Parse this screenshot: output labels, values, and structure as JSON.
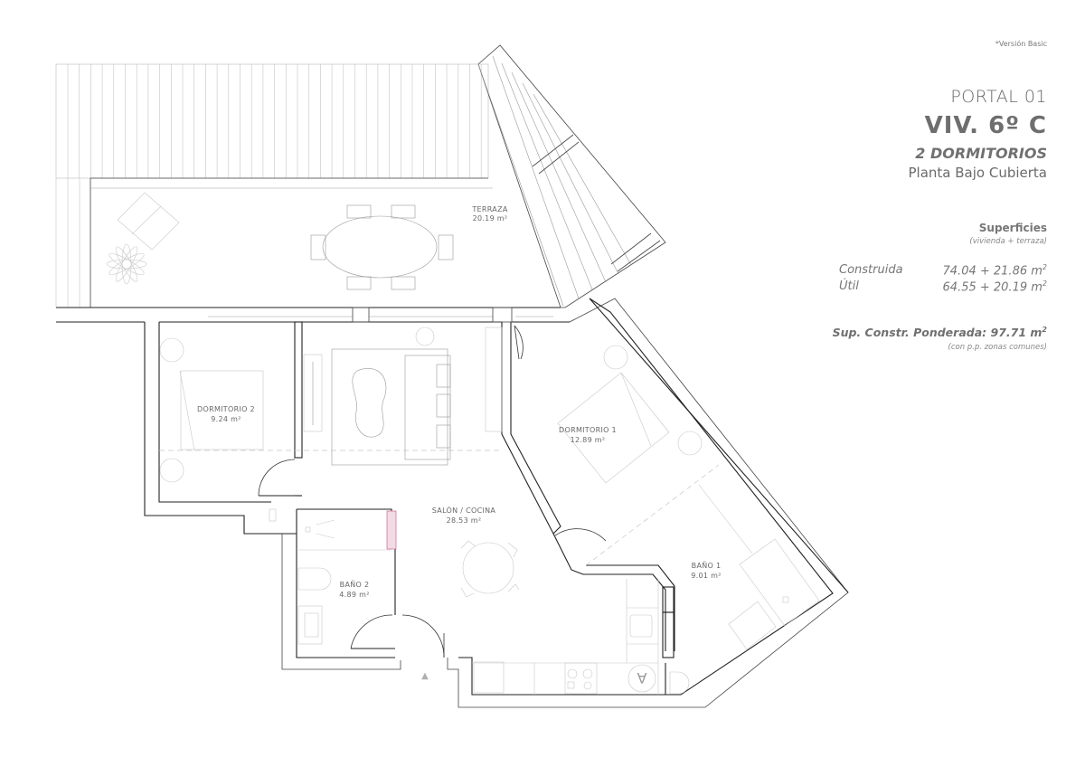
{
  "header": {
    "version_note": "*Versión Basic",
    "portal": "PORTAL 01",
    "unit": "VIV. 6º C",
    "bedrooms": "2 DORMITORIOS",
    "floor": "Planta Bajo Cubierta"
  },
  "surfaces": {
    "title": "Superficies",
    "subtitle": "(vivienda + terraza)",
    "rows": [
      {
        "label": "Construida",
        "value": "74.04 + 21.86 m",
        "unit_exp": "2"
      },
      {
        "label": "Útil",
        "value": "64.55 + 20.19 m",
        "unit_exp": "2"
      }
    ],
    "weighted_label": "Sup. Constr. Ponderada: 97.71 m",
    "weighted_exp": "2",
    "weighted_note": "(con p.p. zonas comunes)"
  },
  "rooms": [
    {
      "name": "TERRAZA",
      "area": "20.19 m²"
    },
    {
      "name": "DORMITORIO 2",
      "area": "9.24 m²"
    },
    {
      "name": "DORMITORIO 1",
      "area": "12.89 m²"
    },
    {
      "name": "SALÓN / COCINA",
      "area": "28.53 m²"
    },
    {
      "name": "BAÑO 2",
      "area": "4.89 m²"
    },
    {
      "name": "BAÑO 1",
      "area": "9.01 m²"
    }
  ],
  "symbols": {
    "entrance_marker": "▲",
    "appliance_mark": "A"
  }
}
